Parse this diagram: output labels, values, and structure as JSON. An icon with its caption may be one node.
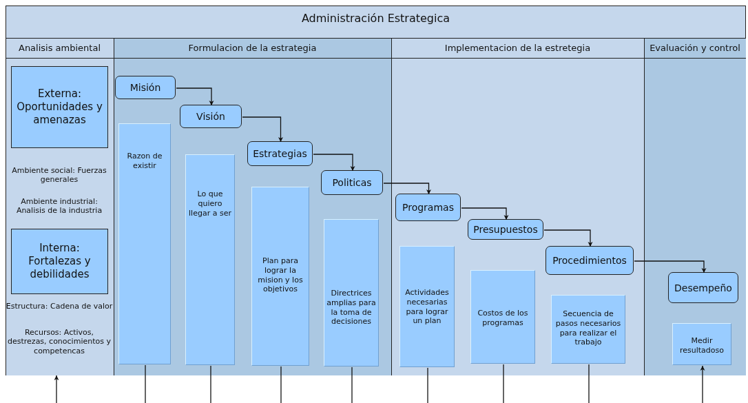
{
  "diagram": {
    "nodes": [
      {
        "text": [
          "Administración Estrategica"
        ]
      },
      {
        "text": [
          "Analisis ambiental"
        ],
        "in": 0
      },
      {
        "text": [
          "Externa: Oportunidades y amenazas"
        ],
        "in": 1
      },
      {
        "text": [
          "Interna: Fortalezas y debilidades"
        ],
        "in": 1
      },
      {
        "text": [
          "Formulacion de la estrategia"
        ],
        "in": 0
      },
      {
        "text": [
          "Misión"
        ],
        "in": 4
      },
      {
        "text": [
          "Visión"
        ],
        "in": 4
      },
      {
        "text": [
          "Estrategias"
        ],
        "in": 4
      },
      {
        "text": [
          "Politicas"
        ],
        "in": 4
      },
      {
        "text": [
          "Razon de existir"
        ],
        "in": 4
      },
      {
        "text": [
          "Lo que quiero llegar a ser"
        ],
        "in": 4
      },
      {
        "text": [
          "Plan para lograr la mision y los objetivos"
        ],
        "in": 4
      },
      {
        "text": [
          "Directrices amplias para la toma de decisiones"
        ],
        "in": 4
      },
      {
        "text": [
          "Implementacion de la estretegia"
        ],
        "in": 0
      },
      {
        "text": [
          "Programas"
        ],
        "in": 13
      },
      {
        "text": [
          "Presupuestos"
        ],
        "in": 13
      },
      {
        "text": [
          "Procedimientos"
        ],
        "in": 13
      },
      {
        "text": [
          "Actividades necesarias para lograr un plan"
        ],
        "in": 13
      },
      {
        "text": [
          "Costos de los programas"
        ],
        "in": 13
      },
      {
        "text": [
          "Secuencia de pasos necesarios para realizar el trabajo"
        ],
        "in": 13
      },
      {
        "text": [
          "Evaluación y control"
        ],
        "in": 0
      },
      {
        "text": [
          "Desempeño"
        ],
        "in": 20
      },
      {
        "text": [
          "Medir resultadoso"
        ],
        "in": 20
      }
    ],
    "edges": [
      {
        "from": 5,
        "to": 6,
        "arrow": "to"
      },
      {
        "from": 6,
        "to": 7,
        "arrow": "to"
      },
      {
        "from": 7,
        "to": 8,
        "arrow": "to"
      },
      {
        "from": 8,
        "to": 14,
        "arrow": "to"
      },
      {
        "from": 14,
        "to": 15,
        "arrow": "to"
      },
      {
        "from": 15,
        "to": 16,
        "arrow": "to"
      },
      {
        "from": 16,
        "to": 21,
        "arrow": "to"
      },
      {
        "from": null,
        "to": 1,
        "arrow": "to"
      },
      {
        "from": 9,
        "to": null,
        "arrow": "none"
      },
      {
        "from": 10,
        "to": null,
        "arrow": "none"
      },
      {
        "from": 11,
        "to": null,
        "arrow": "none"
      },
      {
        "from": 12,
        "to": null,
        "arrow": "none"
      },
      {
        "from": 17,
        "to": null,
        "arrow": "none"
      },
      {
        "from": 18,
        "to": null,
        "arrow": "none"
      },
      {
        "from": 19,
        "to": null,
        "arrow": "none"
      },
      {
        "from": null,
        "to": 22,
        "arrow": "to"
      }
    ],
    "labels": [
      "Ambiente social: Fuerzas generales",
      "Ambiente industrial: Analisis de la industria",
      "Estructura: Cadena de valor",
      "Recursos: Activos, destrezas, conocimientos y competencas"
    ]
  }
}
